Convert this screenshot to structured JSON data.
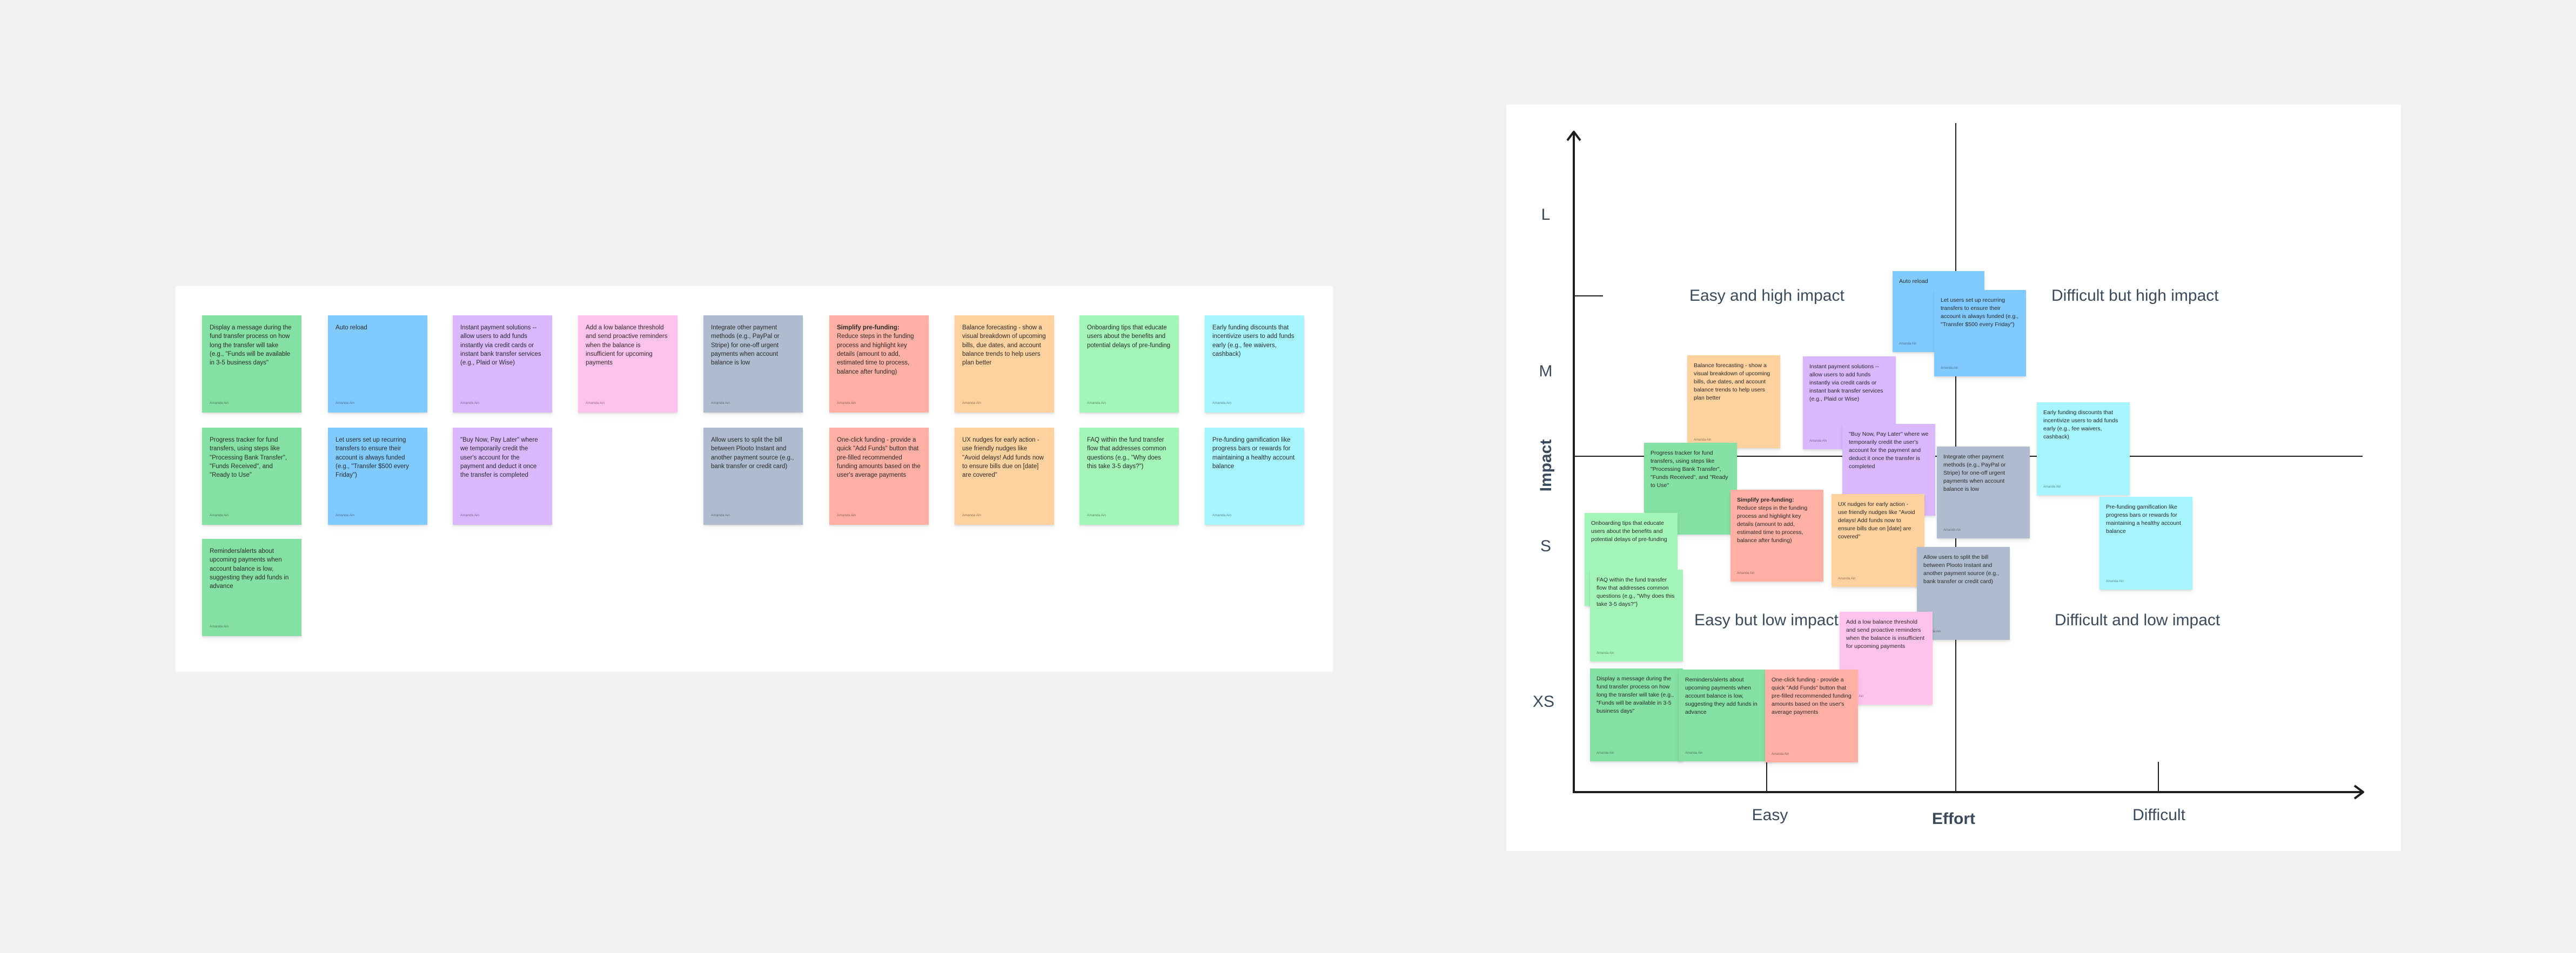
{
  "colors": {
    "canvas": "#f1f1f1",
    "frame": "#ffffff",
    "axis": "#1e1e1e",
    "green": "#85e0a3",
    "blue": "#80caff",
    "violet": "#d9b8ff",
    "pink": "#ffc2ec",
    "slate": "#afbccf",
    "red": "#ffafa3",
    "orange": "#ffd19e",
    "lime": "#a3f5b8",
    "cyan": "#a6f5ff"
  },
  "signature": "Amanda Ain",
  "notes": [
    {
      "id": "n1",
      "color": "green",
      "text": "Display a message during the fund transfer process on how long the transfer will take (e.g., \"Funds will be available in 3-5 business days\""
    },
    {
      "id": "n2",
      "color": "blue",
      "text": "Auto reload"
    },
    {
      "id": "n3",
      "color": "violet",
      "text": "Instant payment solutions -- allow users to add funds instantly via credit cards or instant bank transfer services (e.g., Plaid or Wise)"
    },
    {
      "id": "n4",
      "color": "pink",
      "text": "Add a low balance threshold and send proactive reminders when the balance is insufficient for upcoming payments"
    },
    {
      "id": "n5",
      "color": "slate",
      "text": "Integrate other payment methods (e.g., PayPal or Stripe) for one-off urgent payments when account balance is low"
    },
    {
      "id": "n6",
      "color": "red",
      "title": "Simplify pre-funding:",
      "text": "Reduce steps in the funding process and highlight key details (amount to add, estimated time to process, balance after funding)"
    },
    {
      "id": "n7",
      "color": "orange",
      "text": "Balance forecasting - show a visual breakdown of upcoming bills, due dates, and account balance trends to help users plan better"
    },
    {
      "id": "n8",
      "color": "lime",
      "text": "Onboarding tips that educate users about the benefits and potential delays of pre-funding"
    },
    {
      "id": "n9",
      "color": "cyan",
      "text": "Early funding discounts that incentivize users to add funds early (e.g., fee waivers, cashback)"
    },
    {
      "id": "n10",
      "color": "green",
      "text": "Progress tracker for fund transfers, using steps like \"Processing Bank Transfer\", \"Funds Received\", and \"Ready to Use\""
    },
    {
      "id": "n11",
      "color": "blue",
      "text": "Let users set up recurring transfers to ensure their account is always funded (e.g., \"Transfer $500 every Friday\")"
    },
    {
      "id": "n12",
      "color": "violet",
      "text": "\"Buy Now, Pay Later\" where we temporarily credit the user's account for the payment and deduct it once the transfer is completed"
    },
    {
      "id": "n13",
      "color": "slate",
      "text": "Allow users to split the bill between Plooto Instant and another payment source (e.g., bank transfer or credit card)"
    },
    {
      "id": "n14",
      "color": "red",
      "text": "One-click funding - provide a quick \"Add Funds\" button that pre-filled recommended funding amounts based on the user's average payments"
    },
    {
      "id": "n15",
      "color": "orange",
      "text": "UX nudges for early action - use friendly nudges like \"Avoid delays! Add funds now to ensure bills due on [date] are covered\""
    },
    {
      "id": "n16",
      "color": "lime",
      "text": "FAQ within the fund transfer flow that addresses common questions (e.g., \"Why does this take 3-5 days?\")"
    },
    {
      "id": "n17",
      "color": "cyan",
      "text": "Pre-funding gamification like progress bars or rewards for maintaining a healthy account balance"
    },
    {
      "id": "n18",
      "color": "green",
      "text": "Reminders/alerts about upcoming payments when account balance is low, suggesting they add funds in advance"
    }
  ],
  "quadrant": {
    "y_axis_label": "Impact",
    "x_axis_label": "Effort",
    "y_ticks": [
      "L",
      "M",
      "S",
      "XS"
    ],
    "x_ticks": [
      "Easy",
      "Difficult"
    ],
    "quadrant_labels": {
      "top_left": "Easy and high impact",
      "top_right": "Difficult but high impact",
      "bottom_left": "Easy but low impact",
      "bottom_right": "Difficult and low impact"
    }
  }
}
